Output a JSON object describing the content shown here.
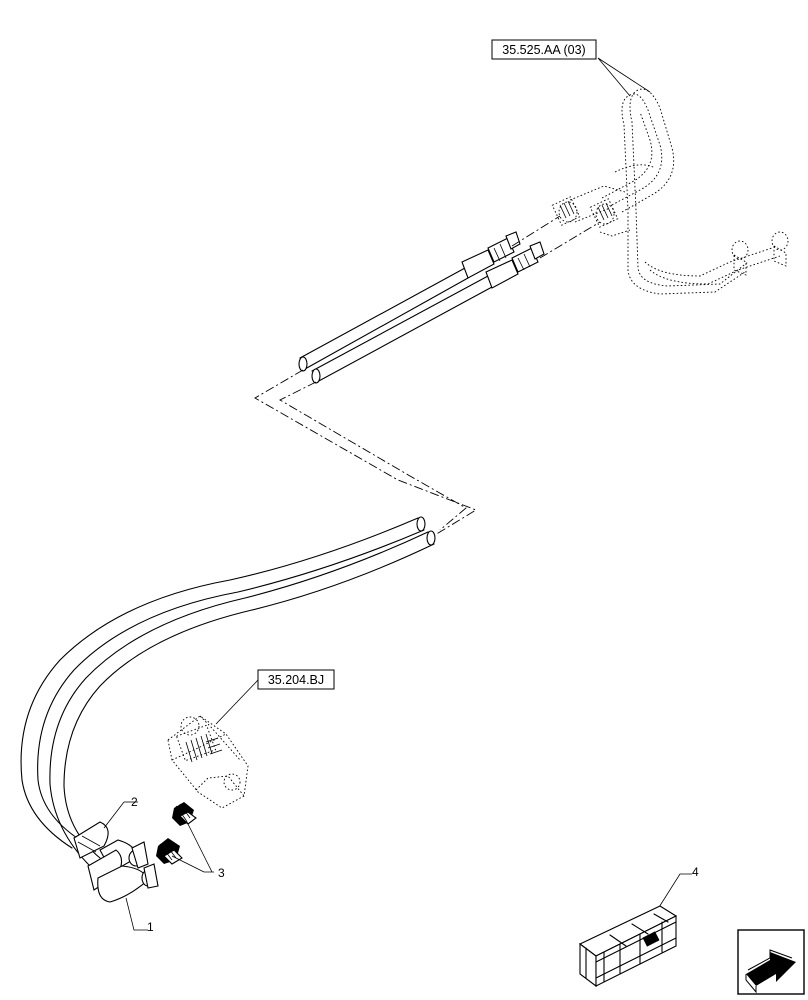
{
  "references": {
    "ref_top": "35.525.AA (03)",
    "ref_mid": "35.204.BJ"
  },
  "callouts": {
    "item_1": "1",
    "item_2": "2",
    "item_3": "3",
    "item_4": "4"
  },
  "colors": {
    "line": "#000000",
    "background": "#ffffff"
  },
  "icons": {
    "navigation": "next-page-arrow-icon",
    "kit": "kit-box-icon"
  }
}
